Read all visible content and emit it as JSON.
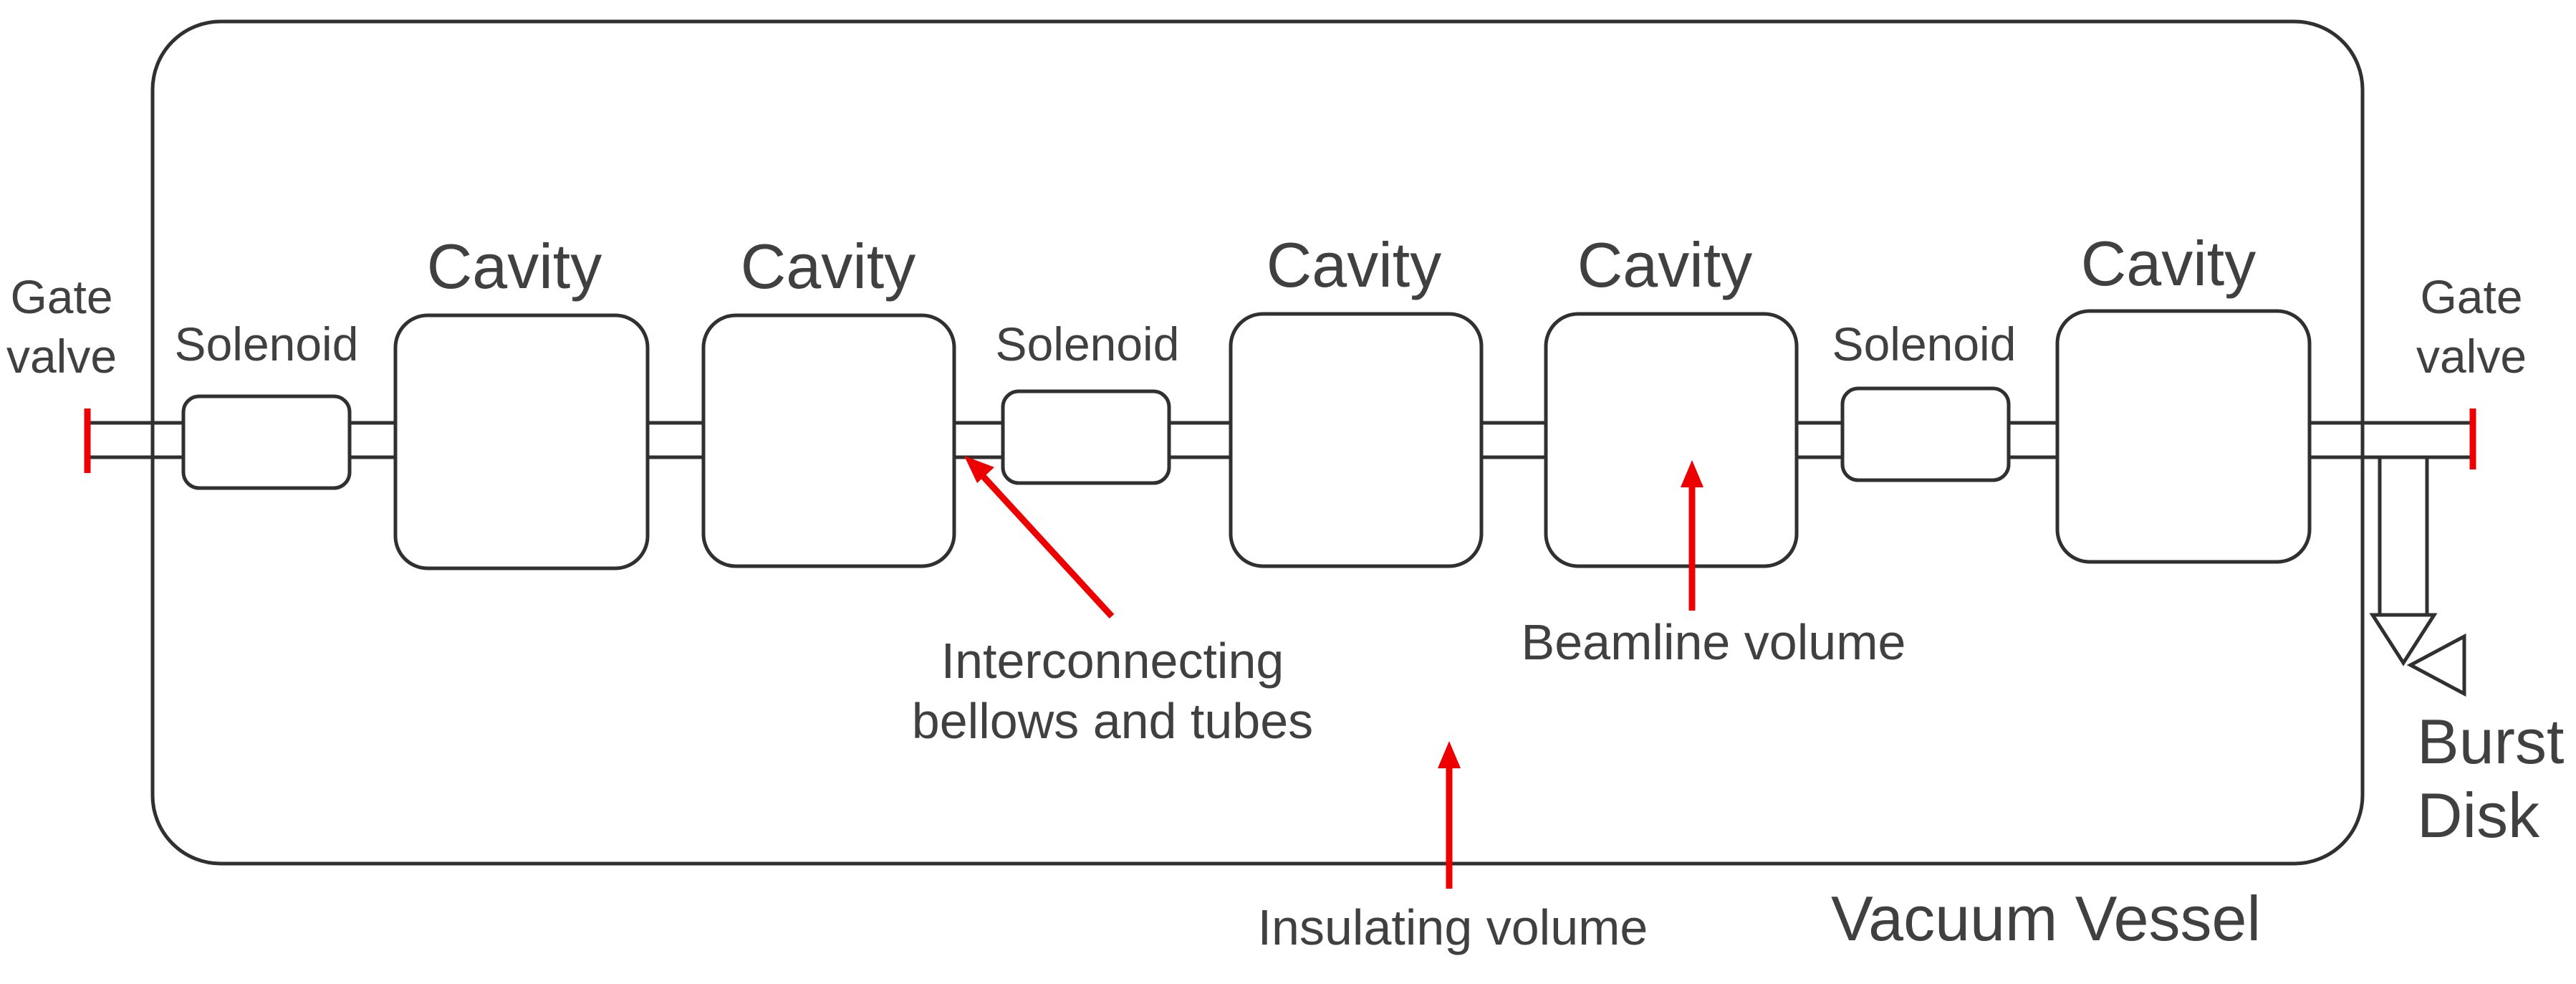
{
  "labels": {
    "cavity": "Cavity",
    "solenoid": "Solenoid",
    "gate_valve_line1": "Gate",
    "gate_valve_line2": "valve",
    "interconnecting_line1": "Interconnecting",
    "interconnecting_line2": "bellows and tubes",
    "beamline_volume": "Beamline volume",
    "insulating_volume": "Insulating volume",
    "vacuum_vessel": "Vacuum Vessel",
    "burst_disk_line1": "Burst",
    "burst_disk_line2": "Disk"
  },
  "colors": {
    "outline": "#303030",
    "text": "#404040",
    "arrow": "#ee0000"
  }
}
